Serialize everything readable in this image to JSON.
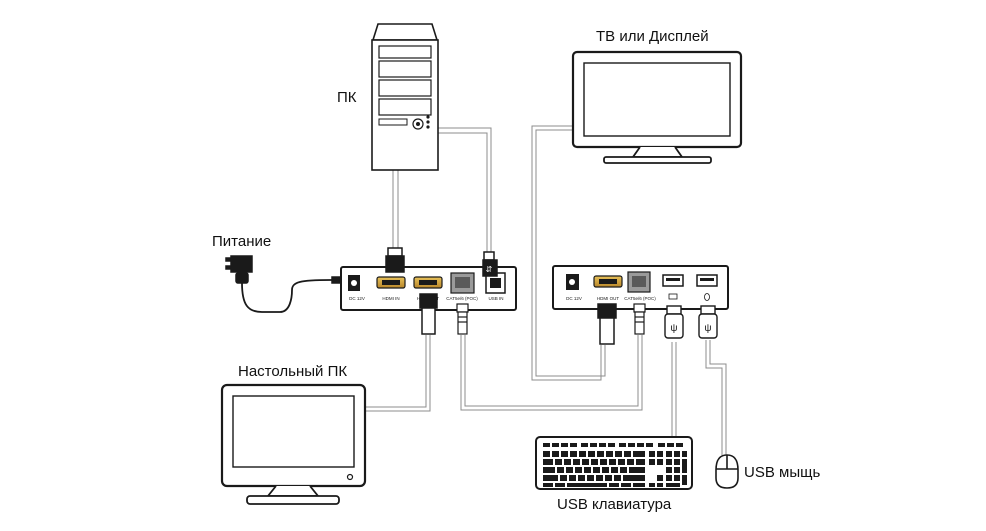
{
  "labels": {
    "pc": "ПК",
    "tv": "ТВ или Дисплей",
    "power": "Питание",
    "desktop": "Настольный ПК",
    "keyboard": "USB клавиатура",
    "mouse": "USB мыщь"
  },
  "transmitter_ports": {
    "dc": "DC 12V",
    "hdmi_in": "HDMI IN",
    "hdmi_out": "HDMI OUT",
    "cat": "CAT5e/6 (POC)",
    "usb_in": "USB IN"
  },
  "receiver_ports": {
    "dc": "DC 12V",
    "hdmi_out": "HDMI OUT",
    "cat": "CAT5e/6 (POC)"
  },
  "colors": {
    "line": "#1a1a1a",
    "cable": "#8c8c8c",
    "hdmi_port": "#d4a93a",
    "device_fill": "#ffffff"
  }
}
